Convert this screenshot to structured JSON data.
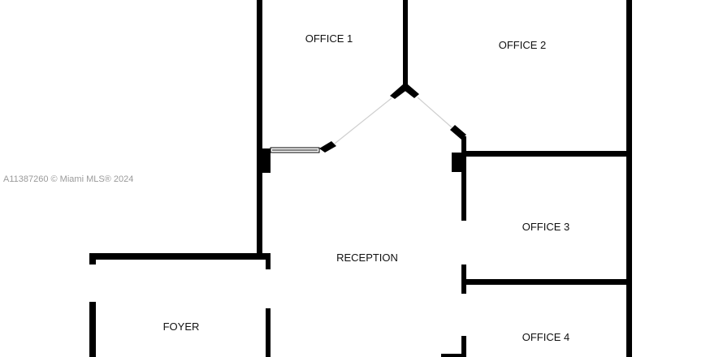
{
  "plan": {
    "watermark": "A11387260 © Miami MLS® 2024",
    "rooms": {
      "office1": "OFFICE 1",
      "office2": "OFFICE 2",
      "office3": "OFFICE 3",
      "office4": "OFFICE 4",
      "reception": "RECEPTION",
      "foyer": "FOYER"
    },
    "colors": {
      "wall": "#000000",
      "background": "#ffffff",
      "watermark": "#9a9a9a"
    }
  }
}
